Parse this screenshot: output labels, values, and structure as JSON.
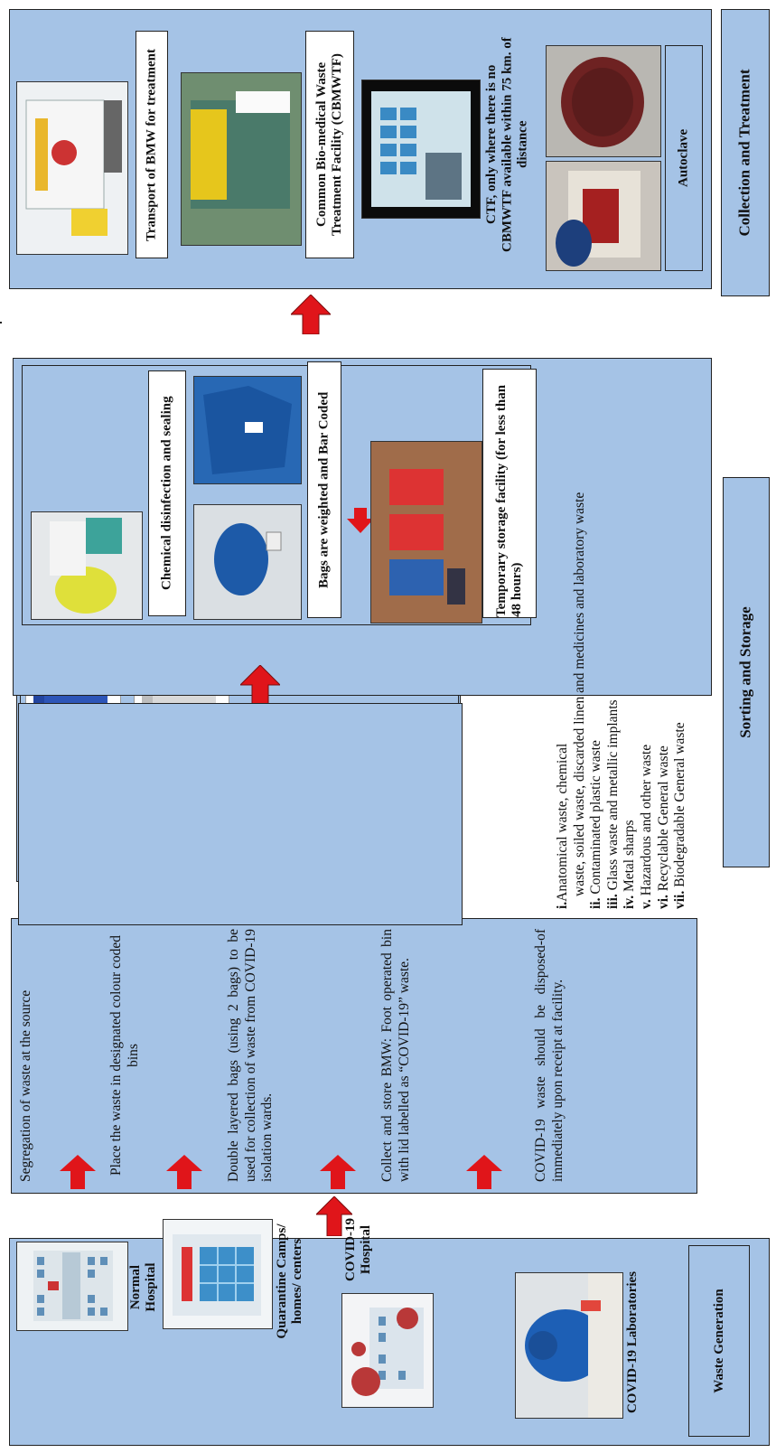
{
  "stages": {
    "generation": "Waste Generation",
    "sorting": "Sorting and Storage",
    "collection": "Collection and Treatment"
  },
  "sources": [
    {
      "label": "Normal Hospital"
    },
    {
      "label": "Quarantine Camps/ homes/ centers"
    },
    {
      "label": "COVID-19 Hospital"
    },
    {
      "label": "COVID-19 Laboratories"
    }
  ],
  "steps": [
    "Segregation of waste at the source",
    "Place the waste in designated colour coded bins",
    "Double layered bags (using 2 bags) to be used for collection of waste from COVID-19 isolation wards.",
    "Collect and store BMW: Foot operated bin with lid labelled as “COVID-19” waste.",
    "COVID-19 waste should be disposed-of immediately upon receipt at facility."
  ],
  "bins": [
    {
      "roman": "i",
      "color": "#f2b738"
    },
    {
      "roman": "ii",
      "color": "#d8452d"
    },
    {
      "roman": "iii",
      "color": "#2d55b8"
    },
    {
      "roman": "iv",
      "color": "#d9d9d9"
    },
    {
      "roman": "v",
      "color": "#2b2b2b"
    },
    {
      "roman": "vi",
      "color": "#35b6d3"
    },
    {
      "roman": "vii",
      "color": "#3cb04a"
    }
  ],
  "legend": [
    {
      "num": "i.",
      "text": "Anatomical waste, chemical"
    },
    {
      "num": "",
      "text": "waste, soiled waste, discarded linen and medicines and laboratory waste"
    },
    {
      "num": "ii.",
      "text": " Contaminated plastic waste"
    },
    {
      "num": "iii.",
      "text": " Glass waste and metallic implants"
    },
    {
      "num": "iv.",
      "text": " Metal sharps"
    },
    {
      "num": "v.",
      "text": " Hazardous and other waste"
    },
    {
      "num": "vi.",
      "text": " Recyclable General waste"
    },
    {
      "num": "vii.",
      "text": " Biodegradable General waste"
    }
  ],
  "storage": {
    "disinfection": "Chemical disinfection and sealing",
    "bar_coded": "Bags are weighted and Bar Coded",
    "temporary": "Temporary storage facility (for less than 48 hours)"
  },
  "treatment": {
    "transport": "Transport of BMW for treatment",
    "cbmwtf": "Common Bio-medical Waste Treatment Facility (CBMWTF)",
    "ctf": "CTF, only where there is no CBMWTF available within 75 km. of distance",
    "autoclave": "Autoclave"
  },
  "colors": {
    "panel": "#a5c3e6",
    "arrow": "#e0151a"
  }
}
